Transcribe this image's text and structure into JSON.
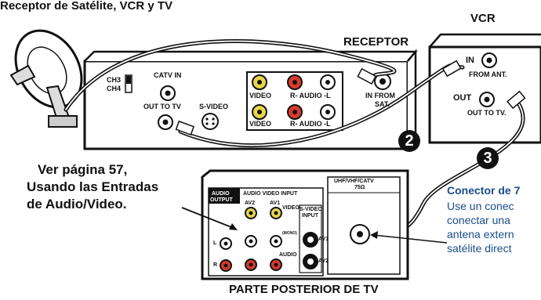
{
  "title": "Receptor de Satélite, VCR y TV",
  "vcr_label": "VCR",
  "receiver_label": "RECEPTOR",
  "receiver": {
    "ch3": "CH3",
    "ch4": "CH4",
    "catv_in": "CATV IN",
    "out_to_tv": "OUT TO TV",
    "s_video": "S-VIDEO",
    "video_top": "VIDEO",
    "audio_top": "R- AUDIO -L",
    "video_bottom": "VIDEO",
    "audio_bottom": "R- AUDIO -L",
    "in_from_sat": "IN FROM",
    "sat": "SAT."
  },
  "vcr": {
    "in": "IN",
    "from_ant": "FROM ANT.",
    "out": "OUT",
    "out_to_tv": "OUT TO TV."
  },
  "steps": {
    "two": "❷",
    "three": "❸"
  },
  "note": {
    "line1": "Ver página 57,",
    "line2": "Usando las Entradas",
    "line3": "de Audio/Video."
  },
  "tv_panel": {
    "audio_output": "AUDIO",
    "audio_output2": "OUTPUT",
    "inputs_header": "AUDIO  VIDEO  INPUT",
    "av2": "AV2",
    "av1": "AV1",
    "video": "VIDEO",
    "s_video_input": "S-VIDEO",
    "s_video_input2": "INPUT",
    "mono": "(MONO)",
    "audio": "AUDIO",
    "l": "L",
    "r": "R",
    "av1_side": "AV1",
    "av2_side": "AV2",
    "uhf_vhf_catv": "UHF/VHF/CATV",
    "ohm": "75Ω"
  },
  "side_note": {
    "title": "Conector de 7",
    "line1": "Use un conec",
    "line2": "conectar una",
    "line3": "antena extern",
    "line4": "satélite direct"
  },
  "bottom_caption": "PARTE POSTERIOR DE TV"
}
